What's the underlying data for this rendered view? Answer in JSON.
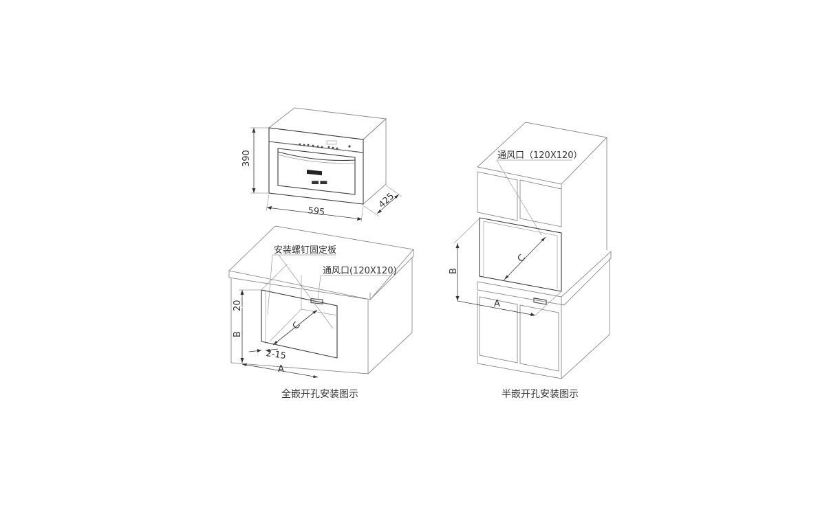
{
  "oven_dimensions": {
    "height": "390",
    "width": "595",
    "depth": "425"
  },
  "full_builtin": {
    "label_bracket": "安装螺钉固定板",
    "label_vent": "通风口(120X120)",
    "dim_20": "20",
    "dim_B": "B",
    "dim_C": "C",
    "dim_gap": "2-15",
    "dim_A": "A",
    "caption": "全嵌开孔安装图示"
  },
  "half_builtin": {
    "label_vent": "通风口（120X120）",
    "dim_B": "B",
    "dim_C": "C",
    "dim_A": "A",
    "caption": "半嵌开孔安装图示"
  }
}
